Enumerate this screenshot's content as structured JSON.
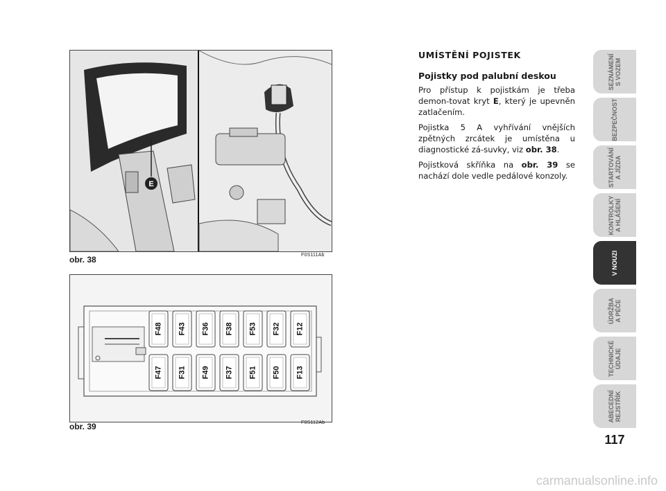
{
  "figure38": {
    "label": "obr. 38",
    "code": "F0S111Ab",
    "callout": "E"
  },
  "figure39": {
    "label": "obr. 39",
    "code": "F0S112Ab",
    "fuses_top": [
      "F48",
      "F43",
      "F36",
      "F38",
      "F53",
      "F32",
      "F12"
    ],
    "fuses_bottom": [
      "F47",
      "F31",
      "F49",
      "F37",
      "F51",
      "F50",
      "F13"
    ]
  },
  "content": {
    "section_title": "UMÍSTĚNÍ POJISTEK",
    "subheading": "Pojistky pod palubní deskou",
    "p1": {
      "t1": "Pro přístup k pojistkám je třeba demon-tovat kryt ",
      "b1": "E",
      "t2": ", který je upevněn zatlačením."
    },
    "p2": {
      "t1": "Pojistka 5 A vyhřívání vnějších zpětných zrcátek je umístěna u diagnostické zá-suvky, viz ",
      "b1": "obr. 38",
      "t2": "."
    },
    "p3": {
      "t1": "Pojistková skříňka na ",
      "b1": "obr. 39",
      "t2": " se nachází dole vedle pedálové konzoly."
    }
  },
  "tabs": [
    {
      "label": "SEZNÁMENÍ\nS VOZEM",
      "active": false
    },
    {
      "label": "BEZPEČNOST",
      "active": false
    },
    {
      "label": "STARTOVÁNÍ\nA JÍZDA",
      "active": false
    },
    {
      "label": "KONTROLKY\nA HLÁŠENÍ",
      "active": false
    },
    {
      "label": "V NOUZI",
      "active": true
    },
    {
      "label": "ÚDRŽBA\nA PÉČE",
      "active": false
    },
    {
      "label": "TECHNICKÉ\nÚDAJE",
      "active": false
    },
    {
      "label": "ABECEDNÍ\nREJSTŘÍK",
      "active": false
    }
  ],
  "page_number": "117",
  "watermark": "carmanualsonline.info",
  "colors": {
    "active_tab": "#333333",
    "inactive_tab": "#d7d7d7"
  }
}
